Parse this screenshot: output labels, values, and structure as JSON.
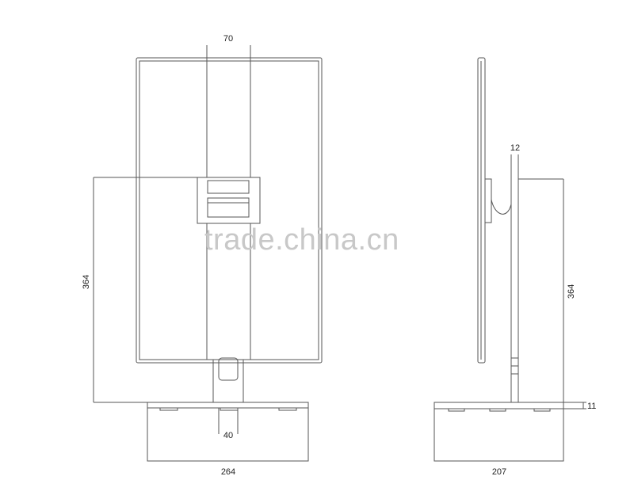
{
  "diagram": {
    "line_color": "#555555",
    "dimension_color": "#333333",
    "watermark_color": "#c8c8c8",
    "front_view": {
      "top_width_label": "70",
      "height_label": "364",
      "stem_width_label": "40",
      "base_width_label": "264"
    },
    "side_view": {
      "hinge_label": "12",
      "height_label": "364",
      "base_thickness_label": "11",
      "base_depth_label": "207"
    },
    "watermark": "trade.china.cn"
  }
}
